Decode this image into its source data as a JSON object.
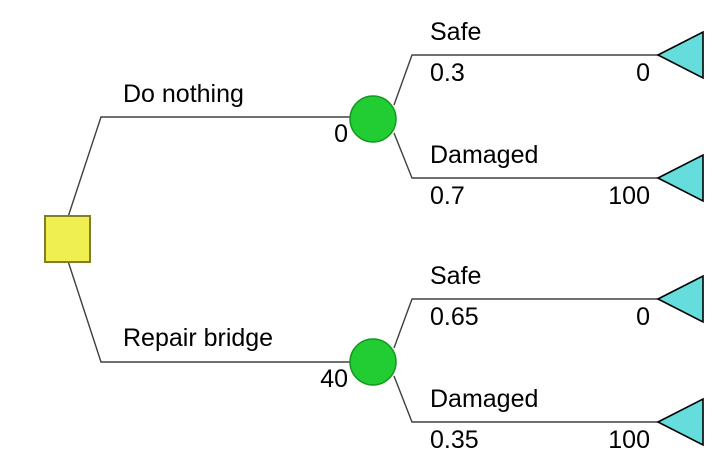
{
  "diagram": {
    "type": "decision-tree",
    "colors": {
      "decision_node_fill": "#efef52",
      "decision_node_stroke": "#7f7f2a",
      "chance_node_fill": "#22cc33",
      "chance_node_stroke": "#139922",
      "terminal_node_fill": "#66dddd",
      "terminal_node_stroke": "#000000",
      "branch_line": "#404040",
      "text": "#000000",
      "background": "#ffffff"
    },
    "root": {
      "node_name": "decision-node-root",
      "shape": "square"
    },
    "branches": [
      {
        "id": "do-nothing",
        "label": "Do nothing",
        "cost": "0",
        "chance_node_name": "chance-node-do-nothing",
        "outcomes": [
          {
            "id": "do-nothing-safe",
            "label": "Safe",
            "probability": "0.3",
            "payoff": "0"
          },
          {
            "id": "do-nothing-damaged",
            "label": "Damaged",
            "probability": "0.7",
            "payoff": "100"
          }
        ]
      },
      {
        "id": "repair-bridge",
        "label": "Repair bridge",
        "cost": "40",
        "chance_node_name": "chance-node-repair-bridge",
        "outcomes": [
          {
            "id": "repair-bridge-safe",
            "label": "Safe",
            "probability": "0.65",
            "payoff": "0"
          },
          {
            "id": "repair-bridge-damaged",
            "label": "Damaged",
            "probability": "0.35",
            "payoff": "100"
          }
        ]
      }
    ]
  }
}
